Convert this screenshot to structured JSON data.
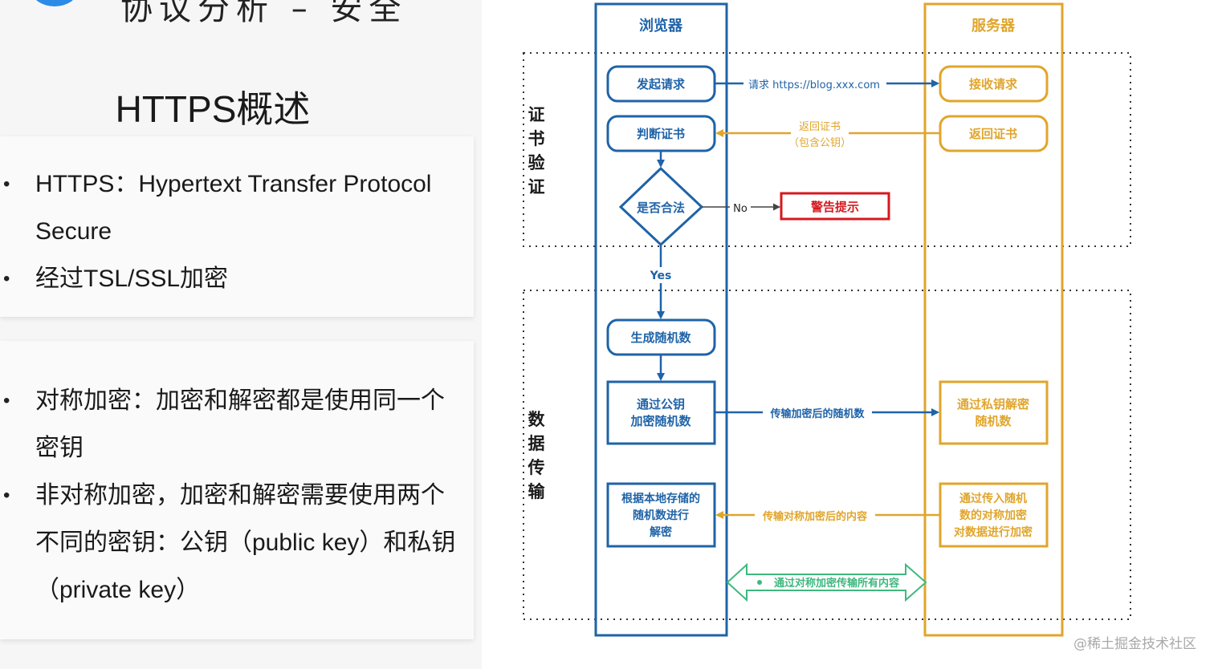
{
  "slide": {
    "top_title_partial": "协议分析 – 安全",
    "title": "HTTPS概述",
    "bullets_group1": [
      "HTTPS：Hypertext Transfer Protocol Secure",
      "经过TSL/SSL加密"
    ],
    "bullets_group2": [
      "对称加密：加密和解密都是使用同一个密钥",
      "非对称加密，加密和解密需要使用两个不同的密钥：公钥（public key）和私钥（private key）"
    ]
  },
  "diagram": {
    "lanes": {
      "browser": "浏览器",
      "server": "服务器"
    },
    "sections": {
      "cert_verify": [
        "证",
        "书",
        "验",
        "证"
      ],
      "data_transfer": [
        "数",
        "据",
        "传",
        "输"
      ]
    },
    "nodes": {
      "send_request": "发起请求",
      "receive_request": "接收请求",
      "judge_cert": "判断证书",
      "return_cert": "返回证书",
      "is_valid": "是否合法",
      "warning": "警告提示",
      "gen_random": "生成随机数",
      "encrypt_random_line1": "通过公钥",
      "encrypt_random_line2": "加密随机数",
      "server_decrypt_line1": "通过私钥解密",
      "server_decrypt_line2": "随机数",
      "client_decrypt_line1": "根据本地存储的",
      "client_decrypt_line2": "随机数进行",
      "client_decrypt_line3": "解密",
      "server_encrypt_line1": "通过传入随机",
      "server_encrypt_line2": "数的对称加密",
      "server_encrypt_line3": "对数据进行加密"
    },
    "edges": {
      "request": "请求 https://blog.xxx.com",
      "return_cert_line1": "返回证书",
      "return_cert_line2": "（包含公钥）",
      "no": "No",
      "yes": "Yes",
      "send_encrypted_random": "传输加密后的随机数",
      "send_encrypted_content": "传输对称加密后的内容",
      "symmetric_all": "通过对称加密传输所有内容"
    },
    "colors": {
      "browser": "#1f63a8",
      "server": "#e0a52b",
      "warning": "#d6181f",
      "symmetric": "#3fb87f"
    }
  },
  "watermark": "@稀土掘金技术社区"
}
